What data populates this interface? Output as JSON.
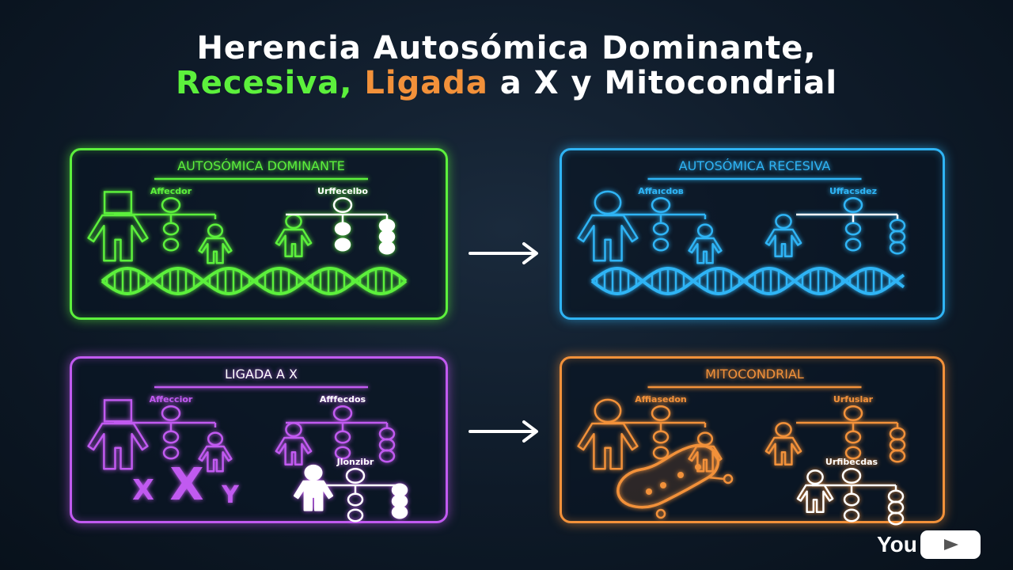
{
  "title": {
    "line1": "Herencia Autosómica Dominante,",
    "line2": [
      {
        "text": "Recesiva,",
        "color": "#5cf03c"
      },
      {
        "text": " Ligada",
        "color": "#f2913a"
      },
      {
        "text": " a X y Mitocondrial",
        "color": "#ffffff"
      }
    ]
  },
  "panels": [
    {
      "id": "dominant",
      "heading": "AUTOSÓMICA DOMINANTE",
      "color": "#5cf03c",
      "heading_color": "#5cf03c",
      "group_a_label": "Affecdor",
      "group_b_label": "Urffecelbo",
      "group_b_label_color": "#ffffff",
      "bottom": "dna-helix"
    },
    {
      "id": "recessive",
      "heading": "AUTOSÓMICA RECESIVA",
      "color": "#2fb4f5",
      "heading_color": "#2fb4f5",
      "group_a_label": "Affaıcdoʙ",
      "group_b_label": "Uffacsdez",
      "group_b_label_color": "#2fb4f5",
      "bottom": "dna-helix"
    },
    {
      "id": "x-linked",
      "heading": "LIGADA A X",
      "color": "#c15af0",
      "heading_color": "#ffffff",
      "group_a_label": "Affeccior",
      "group_b_label": "Afffecdos",
      "group_b_label_color": "#ffffff",
      "bottom": "chromosomes",
      "chromosomes": [
        "X",
        "X",
        "Y"
      ],
      "group_c_label": "Jlonzibr"
    },
    {
      "id": "mitochondrial",
      "heading": "MITOCONDRIAL",
      "color": "#f2913a",
      "heading_color": "#f2913a",
      "group_a_label": "Affiasedon",
      "group_b_label": "Urfuslar",
      "group_b_label_color": "#f2913a",
      "bottom": "mitochondrion",
      "group_c_label": "Urfibecdas"
    }
  ],
  "watermark": {
    "text": "You",
    "icon": "youtube-play-icon"
  }
}
